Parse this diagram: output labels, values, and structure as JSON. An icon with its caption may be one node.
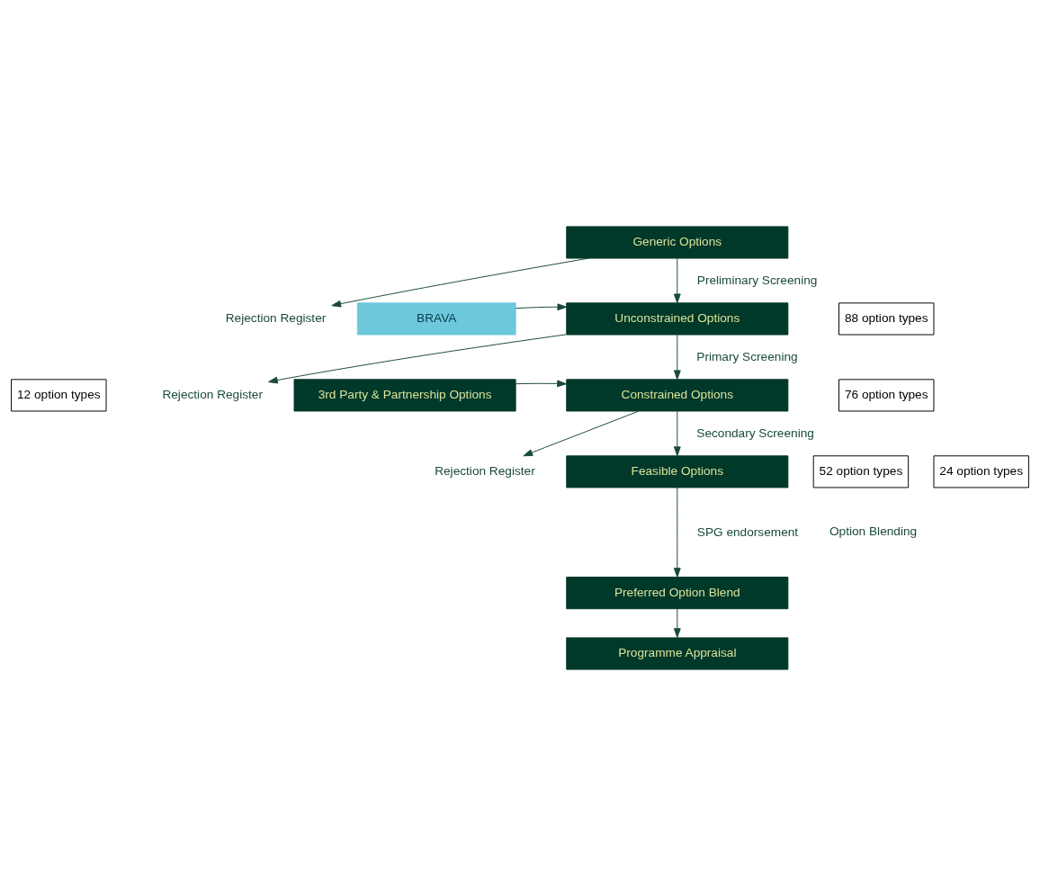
{
  "diagram": {
    "nodes": [
      {
        "text": [
          "Generic Options"
        ]
      },
      {
        "text": [
          "Rejection Register"
        ]
      },
      {
        "text": [
          "BRAVA"
        ]
      },
      {
        "text": [
          "Unconstrained Options"
        ]
      },
      {
        "text": [
          "88 option types"
        ]
      },
      {
        "text": [
          "12 option types"
        ]
      },
      {
        "text": [
          "Rejection Register"
        ]
      },
      {
        "text": [
          "3rd Party & Partnership Options"
        ]
      },
      {
        "text": [
          "Constrained Options"
        ]
      },
      {
        "text": [
          "76 option types"
        ]
      },
      {
        "text": [
          "52 option types"
        ]
      },
      {
        "text": [
          "Rejection Register"
        ]
      },
      {
        "text": [
          "Feasible Options"
        ]
      },
      {
        "text": [
          "24 option types"
        ]
      },
      {
        "text": [
          "Preferred Option Blend"
        ]
      },
      {
        "text": [
          "Programme Appraisal"
        ]
      }
    ],
    "edges": [
      {
        "from": 0,
        "to": 1,
        "arrow": "to"
      },
      {
        "from": 0,
        "to": 3,
        "arrow": "to",
        "label": "Preliminary Screening"
      },
      {
        "from": 2,
        "to": 3,
        "arrow": "to"
      },
      {
        "from": 3,
        "to": 6,
        "arrow": "to"
      },
      {
        "from": 3,
        "to": 8,
        "arrow": "to",
        "label": "Primary Screening"
      },
      {
        "from": 7,
        "to": 8,
        "arrow": "to"
      },
      {
        "from": 8,
        "to": 11,
        "arrow": "to"
      },
      {
        "from": 8,
        "to": 12,
        "arrow": "to",
        "label": "Secondary Screening"
      },
      {
        "from": 12,
        "to": 14,
        "arrow": "to",
        "label": "SPG endorsement"
      },
      {
        "from": 14,
        "to": 15,
        "arrow": "to"
      }
    ],
    "labels": [
      "Option Blending"
    ]
  }
}
